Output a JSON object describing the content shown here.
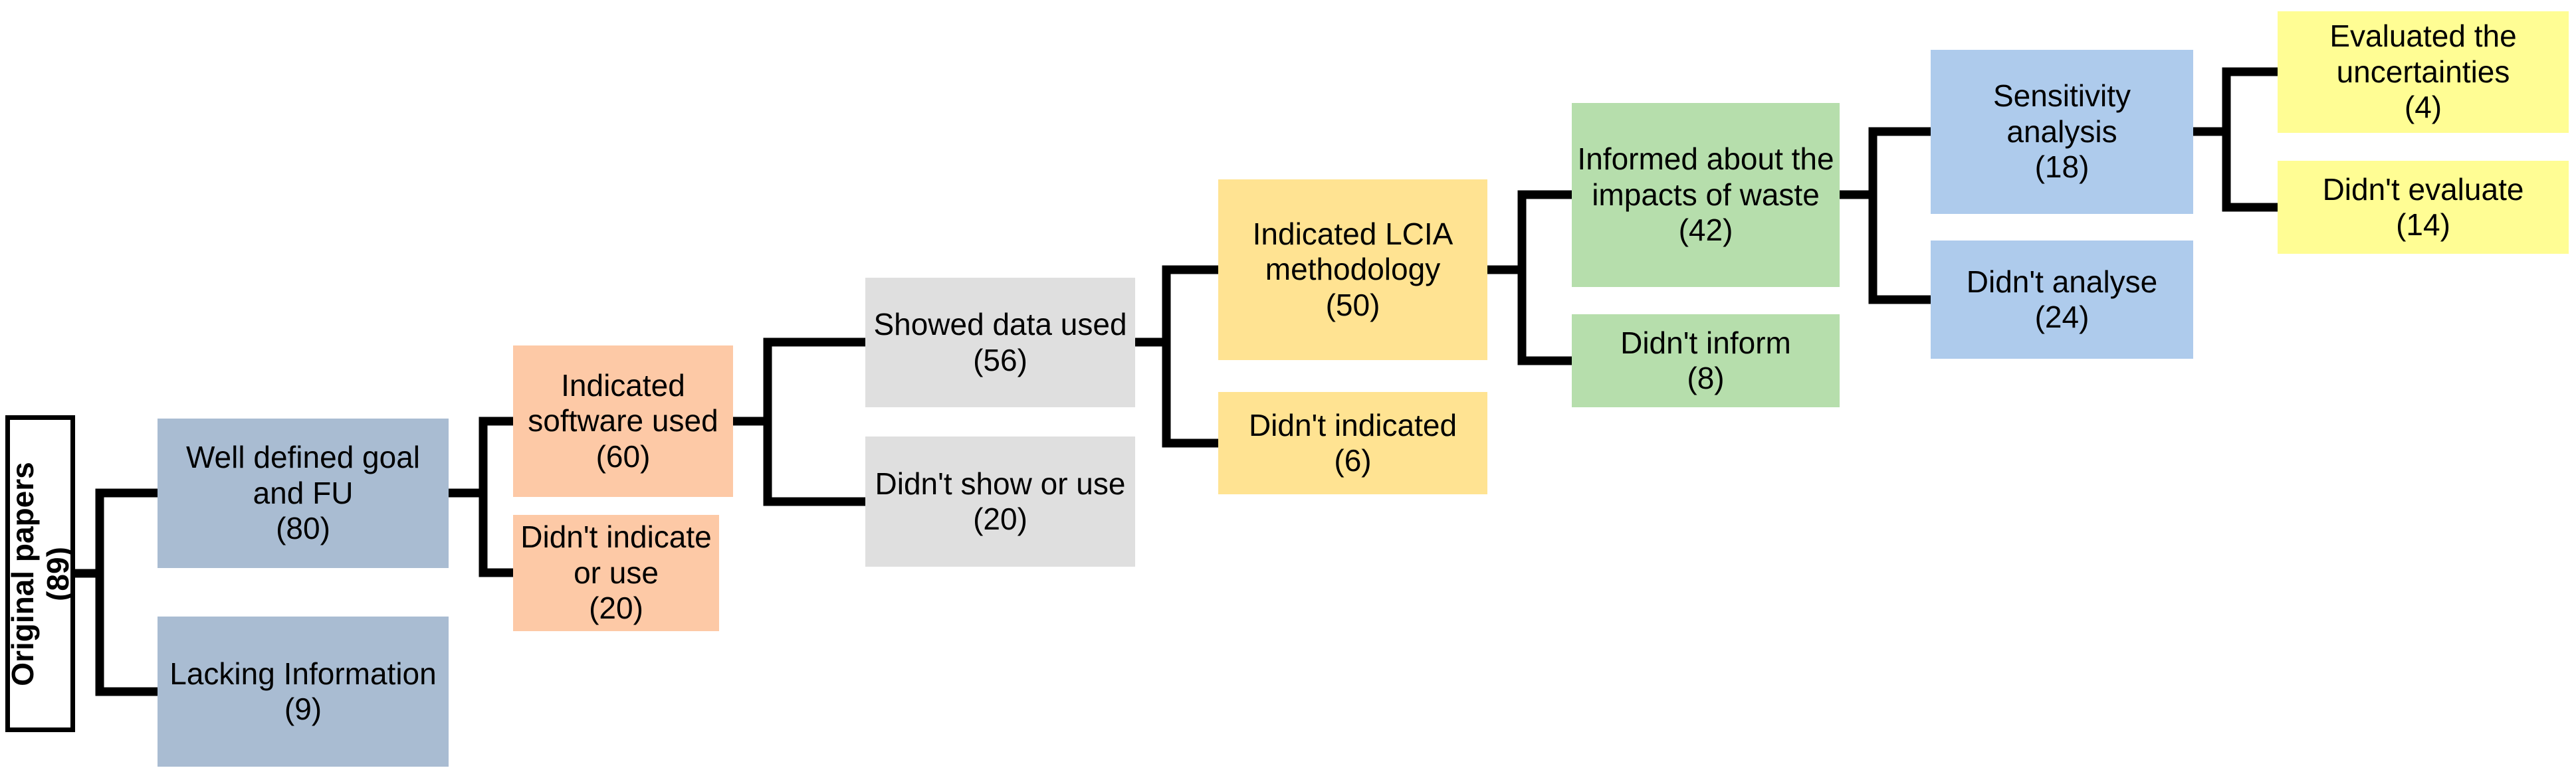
{
  "canvas": {
    "background": "#FFFFFF",
    "line_color": "#000000",
    "text_color": "#000000"
  },
  "root": {
    "label": "Original papers",
    "count": 89,
    "count_label": "(89)",
    "fill": "#FFFFFF",
    "border_color": "#000000"
  },
  "stages": [
    {
      "name": "goal-and-functional-unit",
      "fill": "#A9BCD2",
      "boxes": [
        {
          "label": "Well defined goal and FU",
          "count": 80,
          "count_label": "(80)"
        },
        {
          "label": "Lacking Information",
          "count": 9,
          "count_label": "(9)"
        }
      ]
    },
    {
      "name": "software",
      "fill": "#FDC9A6",
      "boxes": [
        {
          "label": "Indicated software used",
          "count": 60,
          "count_label": "(60)"
        },
        {
          "label": "Didn't indicate or use",
          "count": 20,
          "count_label": "(20)"
        }
      ]
    },
    {
      "name": "data-used",
      "fill": "#DFDFDF",
      "boxes": [
        {
          "label": "Showed data used",
          "count": 56,
          "count_label": "(56)"
        },
        {
          "label": "Didn't show or use",
          "count": 20,
          "count_label": "(20)"
        }
      ]
    },
    {
      "name": "lcia-methodology",
      "fill": "#FFE392",
      "boxes": [
        {
          "label": "Indicated LCIA methodology",
          "count": 50,
          "count_label": "(50)"
        },
        {
          "label": "Didn't indicated",
          "count": 6,
          "count_label": "(6)"
        }
      ]
    },
    {
      "name": "waste-impacts",
      "fill": "#B6DEAC",
      "boxes": [
        {
          "label": "Informed about the impacts of waste",
          "count": 42,
          "count_label": "(42)"
        },
        {
          "label": "Didn't inform",
          "count": 8,
          "count_label": "(8)"
        }
      ]
    },
    {
      "name": "sensitivity-analysis",
      "fill": "#AECBEC",
      "boxes": [
        {
          "label": "Sensitivity analysis",
          "count": 18,
          "count_label": "(18)"
        },
        {
          "label": "Didn't analyse",
          "count": 24,
          "count_label": "(24)"
        }
      ]
    },
    {
      "name": "uncertainties",
      "fill": "#FFFD94",
      "boxes": [
        {
          "label": "Evaluated the uncertainties",
          "count": 4,
          "count_label": "(4)"
        },
        {
          "label": "Didn't evaluate",
          "count": 14,
          "count_label": "(14)"
        }
      ]
    }
  ]
}
